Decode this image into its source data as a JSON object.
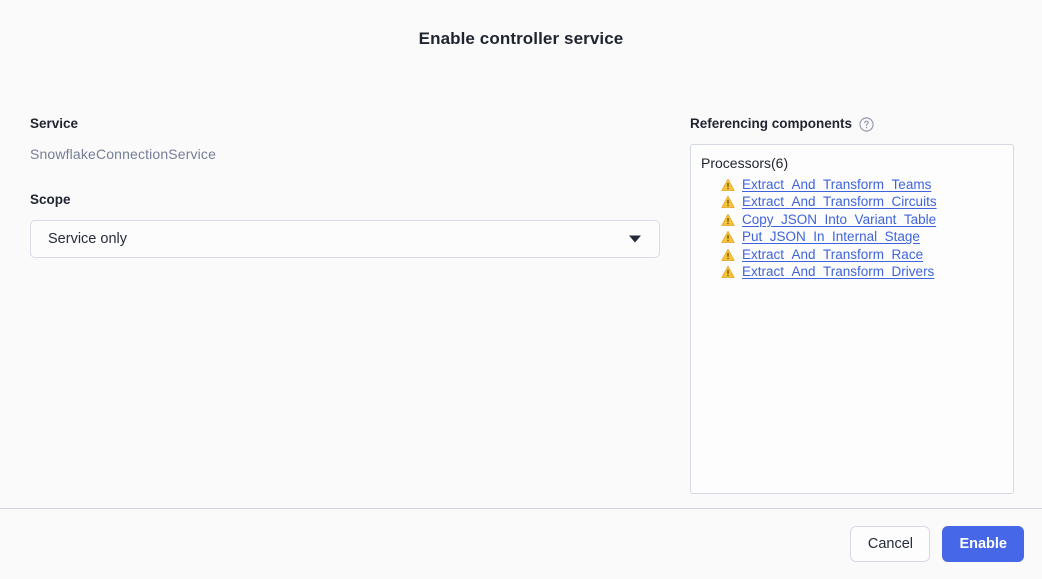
{
  "dialog": {
    "title": "Enable controller service"
  },
  "form": {
    "service_label": "Service",
    "service_value": "SnowflakeConnectionService",
    "scope_label": "Scope",
    "scope_selected": "Service only",
    "scope_options": [
      "Service only"
    ],
    "caret_icon": "chevron-down-icon"
  },
  "referencing": {
    "title": "Referencing components",
    "help_icon": "help-circle-icon",
    "group_title": "Processors(6)",
    "items": [
      {
        "name": "Extract_And_Transform_Teams",
        "status_icon": "warning-triangle-icon"
      },
      {
        "name": "Extract_And_Transform_Circuits",
        "status_icon": "warning-triangle-icon"
      },
      {
        "name": "Copy_JSON_Into_Variant_Table",
        "status_icon": "warning-triangle-icon"
      },
      {
        "name": "Put_JSON_In_Internal_Stage",
        "status_icon": "warning-triangle-icon"
      },
      {
        "name": "Extract_And_Transform_Race",
        "status_icon": "warning-triangle-icon"
      },
      {
        "name": "Extract_And_Transform_Drivers",
        "status_icon": "warning-triangle-icon"
      }
    ]
  },
  "footer": {
    "cancel_label": "Cancel",
    "enable_label": "Enable"
  },
  "colors": {
    "primary": "#4668e8",
    "link": "#3f63dd",
    "warning": "#f5c23a",
    "muted_text": "#767d96",
    "border": "#d5d9e6",
    "background": "#fafafa"
  }
}
